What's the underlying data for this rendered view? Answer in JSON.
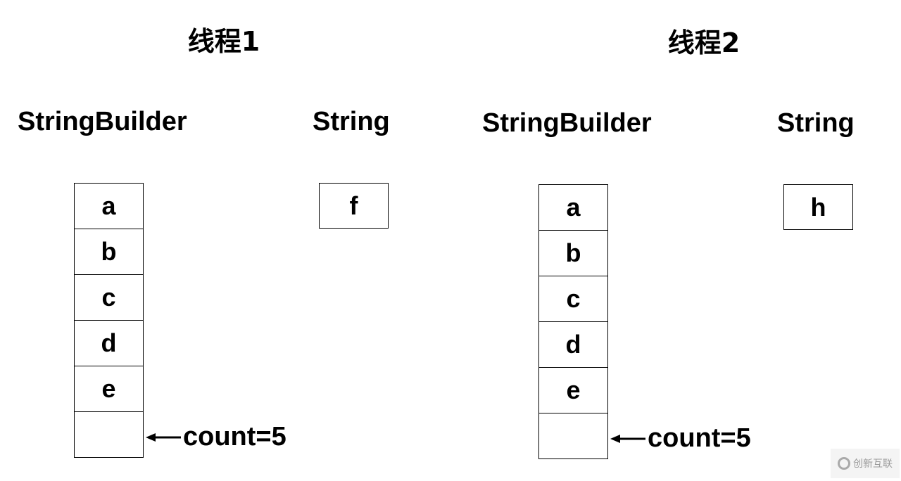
{
  "threads": [
    {
      "title": "线程1",
      "builder_label": "StringBuilder",
      "string_label": "String",
      "cells": [
        "a",
        "b",
        "c",
        "d",
        "e",
        ""
      ],
      "string_value": "f",
      "count_label": "count=5"
    },
    {
      "title": "线程2",
      "builder_label": "StringBuilder",
      "string_label": "String",
      "cells": [
        "a",
        "b",
        "c",
        "d",
        "e",
        ""
      ],
      "string_value": "h",
      "count_label": "count=5"
    }
  ],
  "watermark": {
    "text": "创新互联"
  }
}
